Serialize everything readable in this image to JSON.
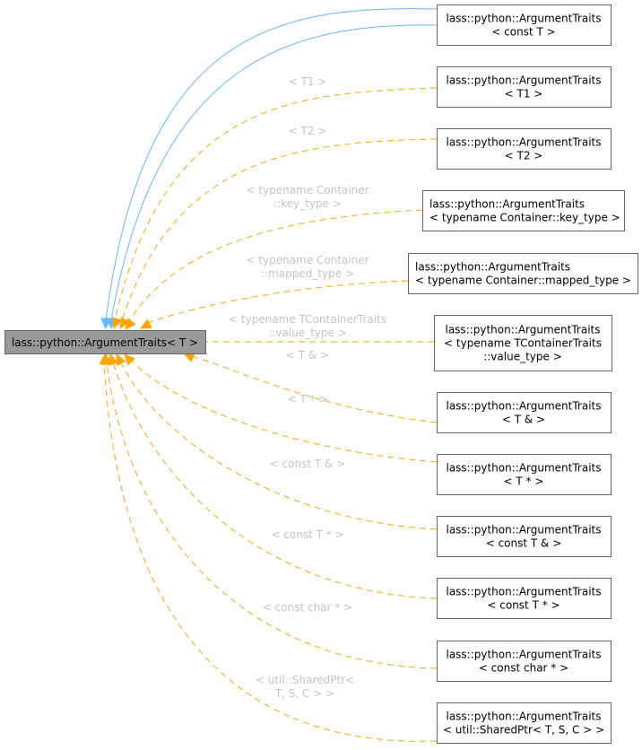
{
  "colors": {
    "instantiation_edge": "#ffa500",
    "inheritance_edge": "#63b8ff",
    "base_node_fill": "#999999",
    "node_border": "#666666",
    "edge_label": "#c4c4c4"
  },
  "base_node": {
    "id": "base",
    "label": "lass::python::ArgumentTraits< T >"
  },
  "nodes": [
    {
      "id": "const_t",
      "lines": [
        "lass::python::ArgumentTraits",
        "< const T >"
      ],
      "edge": "inheritance",
      "edge_label": []
    },
    {
      "id": "t1",
      "lines": [
        "lass::python::ArgumentTraits",
        "< T1 >"
      ],
      "edge": "instantiation",
      "edge_label": [
        "< T1 >"
      ]
    },
    {
      "id": "t2",
      "lines": [
        "lass::python::ArgumentTraits",
        "< T2 >"
      ],
      "edge": "instantiation",
      "edge_label": [
        "< T2 >"
      ]
    },
    {
      "id": "key_type",
      "lines": [
        "lass::python::ArgumentTraits",
        "< typename Container::key_type >"
      ],
      "edge": "instantiation",
      "edge_label": [
        "< typename Container",
        "::key_type >"
      ]
    },
    {
      "id": "mapped_type",
      "lines": [
        "lass::python::ArgumentTraits",
        "< typename Container::mapped_type >"
      ],
      "edge": "instantiation",
      "edge_label": [
        "< typename Container",
        "::mapped_type >"
      ]
    },
    {
      "id": "value_type",
      "lines": [
        "lass::python::ArgumentTraits",
        "< typename TContainerTraits",
        "::value_type >"
      ],
      "edge": "instantiation",
      "edge_label": [
        "< typename TContainerTraits",
        "::value_type >"
      ]
    },
    {
      "id": "t_ref",
      "lines": [
        "lass::python::ArgumentTraits",
        "< T & >"
      ],
      "edge": "instantiation",
      "edge_label": [
        "< T & >"
      ]
    },
    {
      "id": "t_ptr",
      "lines": [
        "lass::python::ArgumentTraits",
        "< T * >"
      ],
      "edge": "instantiation",
      "edge_label": [
        "< T * >"
      ]
    },
    {
      "id": "const_t_ref",
      "lines": [
        "lass::python::ArgumentTraits",
        "< const T & >"
      ],
      "edge": "instantiation",
      "edge_label": [
        "< const T & >"
      ]
    },
    {
      "id": "const_t_ptr",
      "lines": [
        "lass::python::ArgumentTraits",
        "< const T * >"
      ],
      "edge": "instantiation",
      "edge_label": [
        "< const T * >"
      ]
    },
    {
      "id": "const_char_ptr",
      "lines": [
        "lass::python::ArgumentTraits",
        "< const char * >"
      ],
      "edge": "instantiation",
      "edge_label": [
        "< const char * >"
      ]
    },
    {
      "id": "shared_ptr",
      "lines": [
        "lass::python::ArgumentTraits",
        "< util::SharedPtr< T, S, C > >"
      ],
      "edge": "instantiation",
      "edge_label": [
        "< util::SharedPtr<",
        "T, S, C > >"
      ]
    }
  ]
}
